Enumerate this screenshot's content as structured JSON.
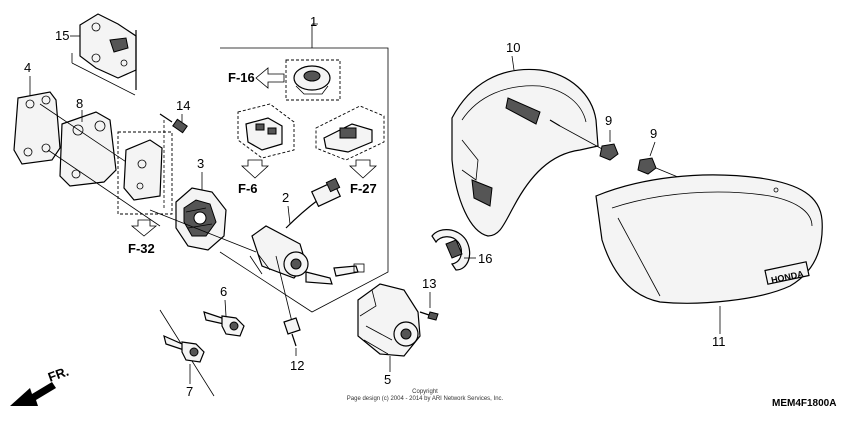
{
  "callouts": {
    "c1": "1",
    "c2": "2",
    "c3": "3",
    "c4": "4",
    "c5": "5",
    "c6": "6",
    "c7": "7",
    "c8": "8",
    "c9a": "9",
    "c9b": "9",
    "c10": "10",
    "c11": "11",
    "c12": "12",
    "c13": "13",
    "c14": "14",
    "c15": "15",
    "c16": "16"
  },
  "references": {
    "f16": "F-16",
    "f6": "F-6",
    "f27": "F-27",
    "f32": "F-32"
  },
  "direction": {
    "label": "FR."
  },
  "copyright": {
    "line1": "Copyright",
    "line2": "Page design (c) 2004 - 2014 by ARI Network Services, Inc."
  },
  "diagram_code": "MEM4F1800A",
  "emblem_text": "HONDA"
}
